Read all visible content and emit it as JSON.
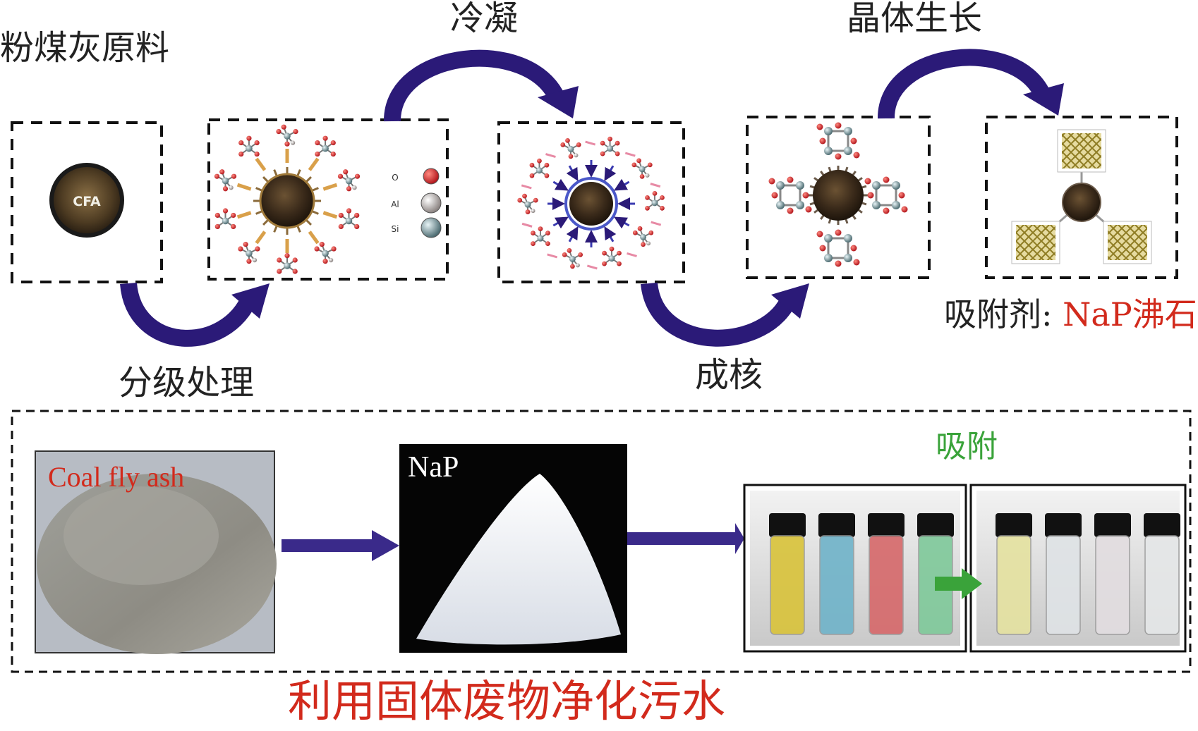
{
  "colors": {
    "arrow": "#2b1a78",
    "arrow_light": "#3a2a8a",
    "red_text": "#d22a1c",
    "green_text": "#3aa33a",
    "black": "#111111",
    "oxygen": "#c0262b",
    "aluminium": "#b9b4b2",
    "silicon": "#7d9ca2",
    "core_brown": "#3a2a1a",
    "gold": "#b9a23a"
  },
  "process": {
    "raw_material_label": "粉煤灰原料",
    "cfa_core_label": "CFA",
    "legend": [
      {
        "symbol": "O",
        "element": "oxygen"
      },
      {
        "symbol": "Al",
        "element": "aluminium"
      },
      {
        "symbol": "Si",
        "element": "silicon"
      }
    ],
    "steps": {
      "grading": "分级处理",
      "condensation": "冷凝",
      "nucleation": "成核",
      "crystal_growth": "晶体生长"
    },
    "adsorbent_prefix": "吸附剂:",
    "adsorbent_name": "NaP沸石"
  },
  "application": {
    "fly_ash_photo_label": "Coal fly ash",
    "nap_photo_label": "NaP",
    "adsorption_label": "吸附",
    "before_vials": [
      "yellow",
      "cyan",
      "red",
      "green"
    ],
    "after_vials": [
      "pale-yellow",
      "clear",
      "clear",
      "clear"
    ],
    "caption": "利用固体废物净化污水"
  }
}
